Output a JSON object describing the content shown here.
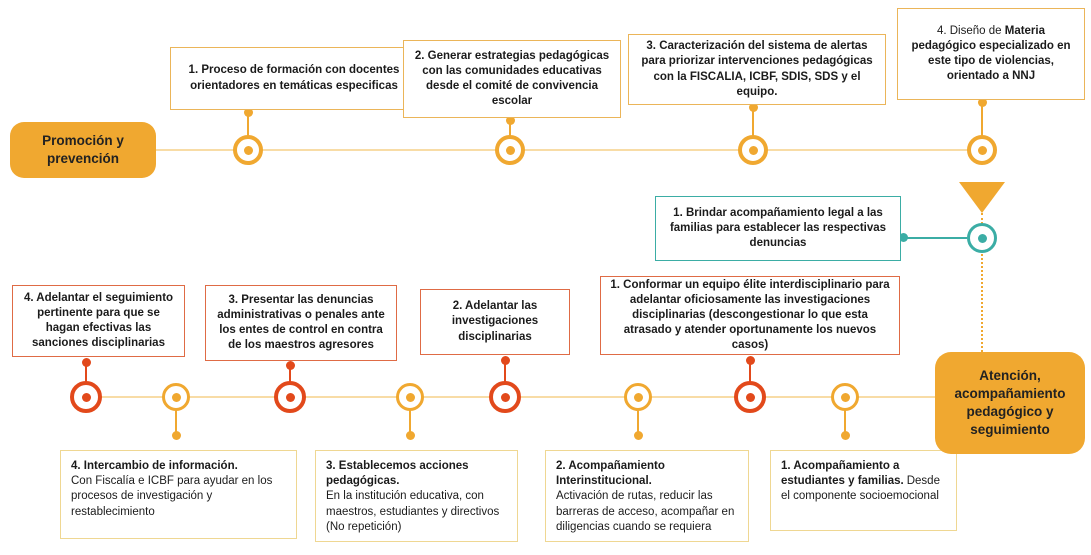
{
  "colors": {
    "gold": "#F0A830",
    "gold_pale": "#F8DCA6",
    "red": "#E2491B",
    "red_border": "#DF6B45",
    "teal": "#3BADA5",
    "top_border": "#EBB559",
    "yellow_border": "#EFD792",
    "text": "#1b1b1b"
  },
  "promotion_track": {
    "label": "Promoción y prevención",
    "steps": [
      {
        "pre": "",
        "text": "1. Proceso de formación con docentes orientadores en temáticas especificas"
      },
      {
        "pre": "",
        "text": "2. Generar estrategias pedagógicas con las comunidades educativas desde el comité de convivencia escolar"
      },
      {
        "pre": "",
        "text": "3. Caracterización del sistema de alertas para priorizar intervenciones pedagógicas con la FISCALIA, ICBF, SDIS, SDS y el equipo."
      },
      {
        "pre": "4. Diseño de ",
        "text": "Materia pedagógico especializado en este tipo de violencias, orientado a NNJ"
      }
    ]
  },
  "legal_step": {
    "text": "1. Brindar acompañamiento legal a las familias para establecer las respectivas denuncias"
  },
  "attention_track": {
    "label": "Atención, acompañamiento pedagógico y seguimiento",
    "upper_steps": [
      "4. Adelantar el seguimiento pertinente para que se hagan efectivas las sanciones disciplinarias",
      "3. Presentar las denuncias administrativas o penales ante los entes de control en contra de los maestros agresores",
      "2. Adelantar las investigaciones disciplinarias",
      "1. Conformar un equipo élite interdisciplinario para adelantar oficiosamente las investigaciones disciplinarias (descongestionar lo que esta atrasado y atender oportunamente los nuevos casos)"
    ],
    "lower_steps": [
      {
        "bold": "4. Intercambio de información.",
        "rest": "Con Fiscalía e ICBF para ayudar en los procesos de investigación y restablecimiento"
      },
      {
        "bold": "3. Establecemos acciones pedagógicas.",
        "rest": "En la institución educativa, con maestros, estudiantes y directivos (No repetición)"
      },
      {
        "bold": "2. Acompañamiento Interinstitucional.",
        "rest": "Activación de rutas, reducir las barreras de acceso, acompañar en diligencias cuando se requiera"
      },
      {
        "bold": "1. Acompañamiento a estudiantes y familias.",
        "rest": "Desde el componente socioemocional"
      }
    ]
  }
}
